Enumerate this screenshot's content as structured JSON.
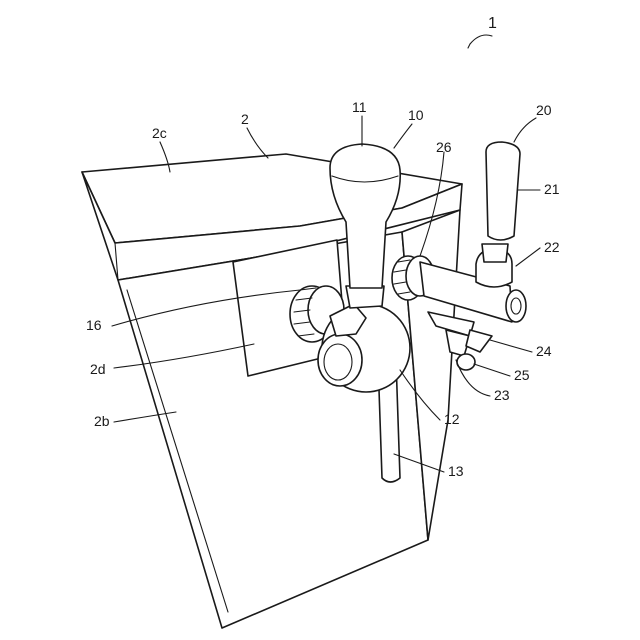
{
  "labels": {
    "assembly": "1",
    "body": "2",
    "top": "2c",
    "side_plate": "2d",
    "front": "2b",
    "tap_main": "10",
    "handle_main": "11",
    "spout_body": "12",
    "nozzle": "13",
    "nut_main": "16",
    "tap_secondary": "20",
    "handle_secondary": "21",
    "nut_secondary_cap": "22",
    "bracket": "23",
    "lever": "24",
    "valve": "25",
    "nut_secondary": "26"
  }
}
